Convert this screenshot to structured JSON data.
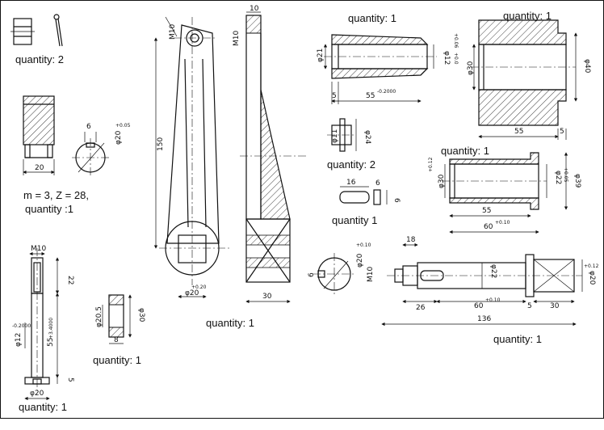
{
  "labels": {
    "q_nut_pin": "quantity: 2",
    "q_gear": "m = 3, Z = 28,",
    "q_gear2": "quantity :1",
    "q_screw": "quantity: 1",
    "q_washer": "quantity: 1",
    "q_lever": "quantity: 1",
    "q_bushing": "quantity: 1",
    "q_housing": "quantity: 1",
    "q_small_pin": "quantity: 2",
    "q_key": "quantity 1",
    "q_flange_bush": "quantity: 1",
    "q_shaft": "quantity: 1"
  },
  "dims": {
    "gear_w": "20",
    "gear_key": "6",
    "gear_bore": "φ20",
    "gear_tol": "+0.05",
    "screw_m": "M10",
    "screw_22": "22",
    "screw_55": "55",
    "screw_tol55": "+3.4000",
    "screw_d12": "φ12",
    "screw_tol12": "-0.2000",
    "screw_d20": "φ20",
    "screw_5": "5",
    "washer_d20": "φ20.5",
    "washer_d30": "φ30",
    "washer_8": "8",
    "lever_m10": "M10",
    "lever_150": "150",
    "lever_d20": "φ20",
    "lever_tol": "+0.20",
    "lever_10": "10",
    "lever_m10b": "M10",
    "lever_30": "30",
    "bush_d21": "φ21",
    "bush_d12": "φ12",
    "bush_55": "55",
    "bush_tol": "-0.2000",
    "bush_5": "5",
    "bush_tolr": "+0.06",
    "bush_tolr2": "+0.0",
    "house_d30": "φ30",
    "house_d40": "φ40",
    "house_55": "55",
    "house_5": "5",
    "pin_d11": "φ11",
    "pin_d24": "φ24",
    "key_16": "16",
    "key_6": "6",
    "key_6b": "6",
    "fb_d30": "φ30",
    "fb_d22": "φ22",
    "fb_d39": "φ39",
    "fb_55": "55",
    "fb_60": "60",
    "fb_tol": "+0.10",
    "fb_tol2": "+0.12",
    "fb_tol3": "+0.05",
    "sh_18": "18",
    "sh_m10": "M10",
    "sh_d20": "φ20",
    "sh_tol": "+0.10",
    "sh_6": "6",
    "sh_d22": "φ22",
    "sh_d20b": "φ20",
    "sh_tol2": "+0.12",
    "sh_26": "26",
    "sh_60": "60",
    "sh_tol60": "+0.10",
    "sh_5": "5",
    "sh_30": "30",
    "sh_136": "136"
  }
}
